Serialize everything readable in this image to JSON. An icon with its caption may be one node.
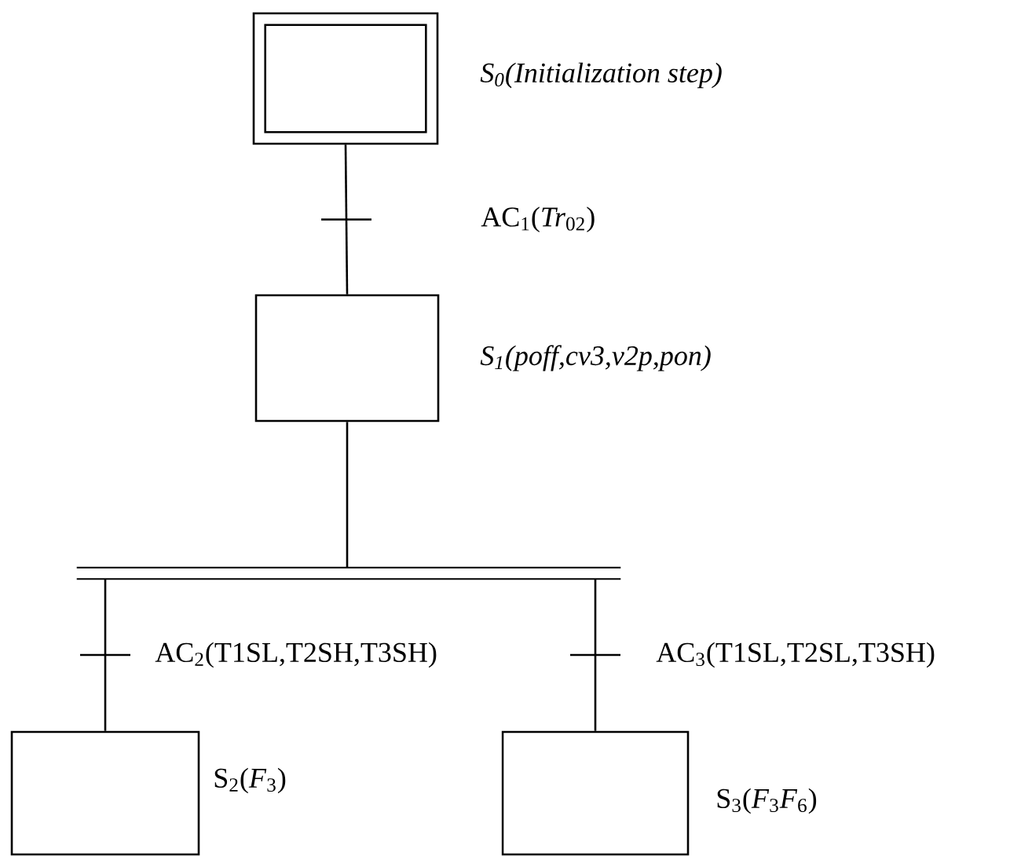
{
  "diagram": {
    "nodes": [
      {
        "text": [],
        "shape": "box",
        "beside": [
          "S$_{0}$(Initialization step)"
        ]
      },
      {
        "text": [],
        "shape": "box",
        "beside": [
          "S$_{1}$(poff,cv3,v2p,pon)"
        ]
      },
      {
        "text": [],
        "shape": "box",
        "beside": [
          "S$_{2}$(*F*$_{3}$)"
        ]
      },
      {
        "text": [],
        "shape": "box",
        "beside": [
          "S$_{3}$(*F*$_{3}$*F*$_{6}$)"
        ]
      },
      {
        "text": [],
        "shape": "bar"
      }
    ],
    "edges": [
      {
        "from": 0,
        "to": 1,
        "arrow": "none",
        "label": "AC$_{1}$(*Tr*$_{02}$)"
      },
      {
        "from": 1,
        "to": 4,
        "arrow": "none"
      },
      {
        "from": 4,
        "to": 2,
        "arrow": "none",
        "label": "AC$_{2}$(T1SL,T2SH,T3SH)"
      },
      {
        "from": 4,
        "to": 3,
        "arrow": "none",
        "label": "AC$_{3}$(T1SL,T2SL,T3SH)"
      }
    ]
  }
}
